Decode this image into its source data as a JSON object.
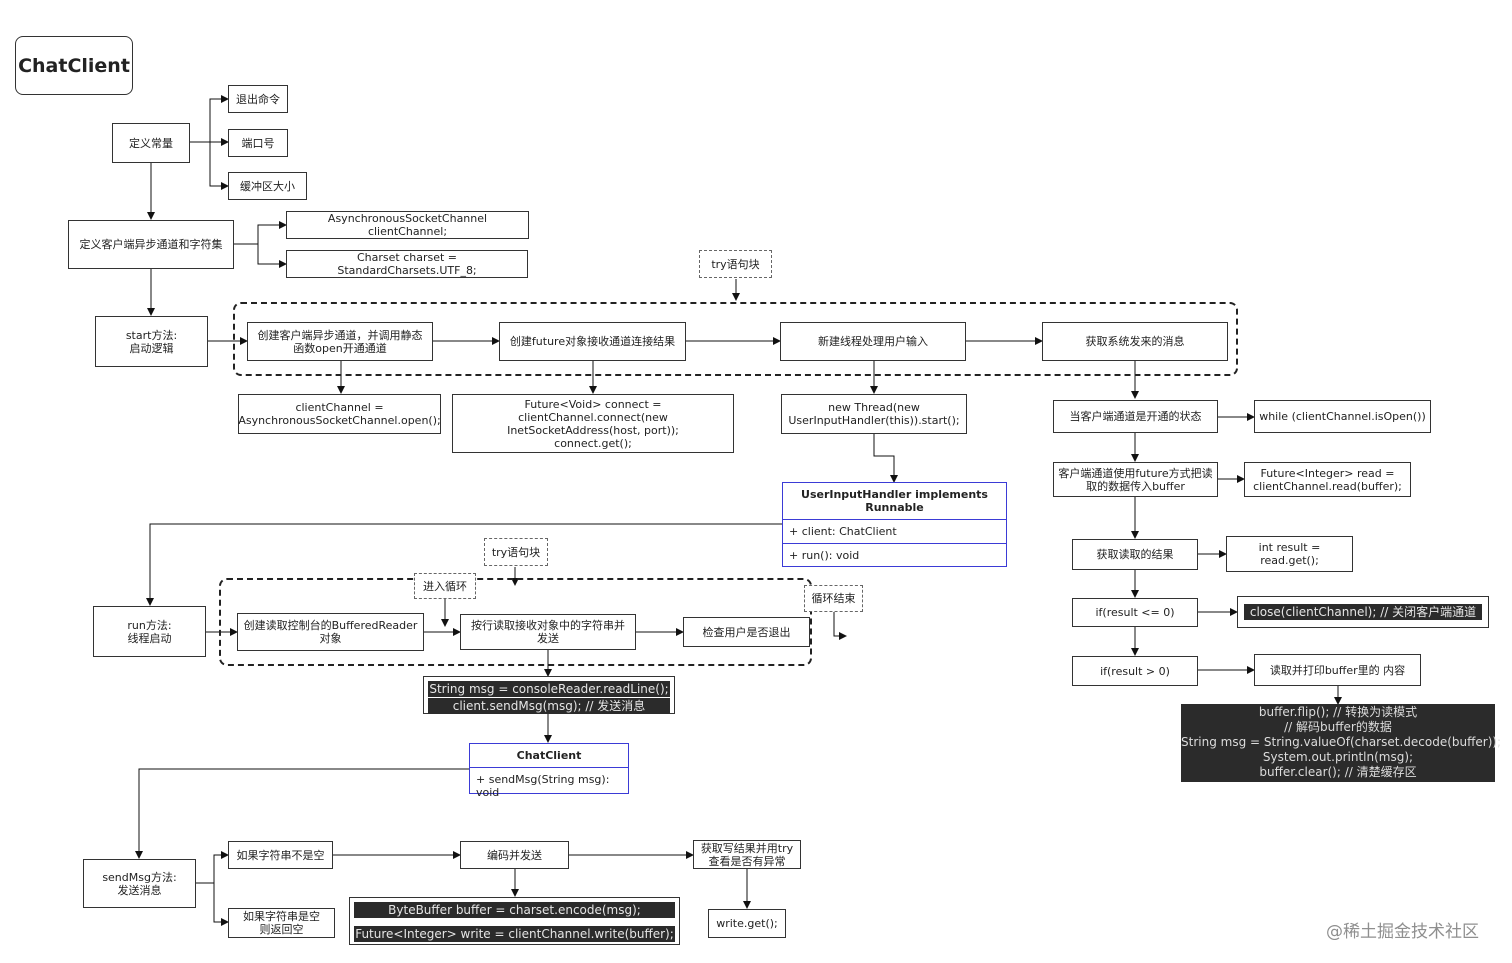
{
  "title": "ChatClient",
  "constants": {
    "define": "定义常量",
    "exit_cmd": "退出命令",
    "port": "端口号",
    "buffer_size": "缓冲区大小"
  },
  "channel_def": {
    "label": "定义客户端异步通道和字符集",
    "field1": "AsynchronousSocketChannel clientChannel;",
    "field2": "Charset charset = StandardCharsets.UTF_8;"
  },
  "try_block_label": "try语句块",
  "start": {
    "label_l1": "start方法:",
    "label_l2": "启动逻辑",
    "step1_l1": "创建客户端异步通道，并调用静态",
    "step1_l2": "函数open开通通道",
    "step2": "创建future对象接收通道连接结果",
    "step3": "新建线程处理用户输入",
    "step4": "获取系统发来的消息",
    "code1_l1": "clientChannel =",
    "code1_l2": "AsynchronousSocketChannel.open();",
    "code2_l1": "Future<Void> connect = clientChannel.connect(new",
    "code2_l2": "InetSocketAddress(host, port));",
    "code2_l3": "connect.get();",
    "code3_l1": "new Thread(new",
    "code3_l2": "UserInputHandler(this)).start();"
  },
  "receive": {
    "state": "当客户端通道是开通的状态",
    "while": "while (clientChannel.isOpen())",
    "read_l1": "客户端通道使用future方式把读",
    "read_l2": "取的数据传入buffer",
    "read_code_l1": "Future<Integer> read =",
    "read_code_l2": "clientChannel.read(buffer);",
    "get_result": "获取读取的结果",
    "get_code": "int result = read.get();",
    "if_le": "if(result <= 0)",
    "close_code": "close(clientChannel); // 关闭客户端通道",
    "if_gt": "if(result > 0)",
    "print": "读取并打印buffer里的 内容",
    "dark_lines": [
      "buffer.flip(); // 转换为读模式",
      "// 解码buffer的数据",
      "String msg = String.valueOf(charset.decode(buffer));",
      "System.out.println(msg);",
      "buffer.clear(); // 清楚缓存区"
    ]
  },
  "uih": {
    "header": "UserInputHandler implements Runnable",
    "field": "+ client: ChatClient",
    "method": "+ run(): void"
  },
  "run": {
    "label_l1": "run方法:",
    "label_l2": "线程启动",
    "try_label": "try语句块",
    "enter_loop": "进入循环",
    "loop_end": "循环结束",
    "step1_l1": "创建读取控制台的BufferedReader",
    "step1_l2": "对象",
    "step2_l1": "按行读取接收对象中的字符串并",
    "step2_l2": "发送",
    "step3": "检查用户是否退出",
    "code_l1": "String msg = consoleReader.readLine();",
    "code_l2": "client.sendMsg(msg); // 发送消息"
  },
  "chatclient_uml": {
    "header": "ChatClient",
    "method": "+ sendMsg(String msg): void"
  },
  "send": {
    "label_l1": "sendMsg方法:",
    "label_l2": "发送消息",
    "not_empty": "如果字符串不是空",
    "empty_l1": "如果字符串是空",
    "empty_l2": "则返回空",
    "encode": "编码并发送",
    "code_l1": "ByteBuffer buffer = charset.encode(msg);",
    "code_l2": "Future<Integer> write = clientChannel.write(buffer);",
    "result_l1": "获取写结果并用try",
    "result_l2": "查看是否有异常",
    "write_get": "write.get();"
  },
  "watermark": "@稀土掘金技术社区"
}
